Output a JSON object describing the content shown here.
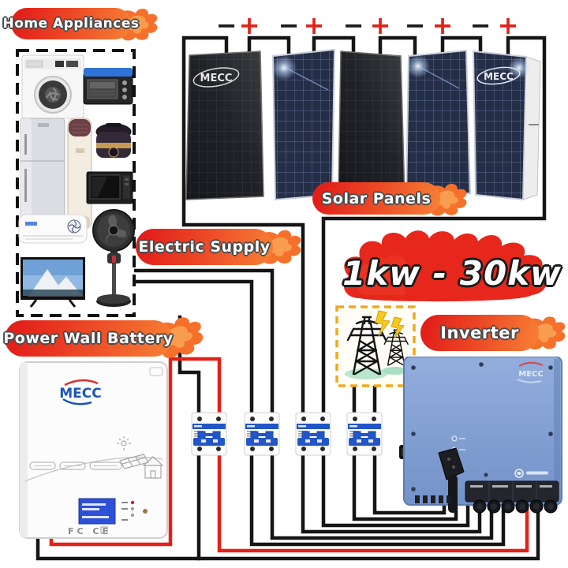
{
  "brand": {
    "name": "MECC"
  },
  "labels": {
    "home_appliances": "Home Appliances",
    "solar_panels": "Solar Panels",
    "electric_supply": "Electric Supply",
    "power_range": "1kw - 30kw",
    "power_wall_battery": "Power Wall Battery",
    "inverter": "Inverter"
  },
  "solar": {
    "panel_count": 5,
    "polarity": [
      "−",
      "+",
      "−",
      "+",
      "−",
      "+",
      "−",
      "+",
      "−",
      "+"
    ]
  },
  "battery": {
    "certifications": "FC CE"
  },
  "icons": {
    "appliances": [
      "washing-machine",
      "toaster-oven",
      "refrigerator",
      "floor-ac-unit",
      "rice-cooker",
      "microwave",
      "wall-ac-unit",
      "stand-fan",
      "television"
    ],
    "grid": "electric-towers",
    "lightning": "lightning-bolt"
  },
  "colors": {
    "label_red": "#e7271c",
    "flame_orange": "#f5702b",
    "wire_black": "#151515",
    "wire_red": "#e42017",
    "inverter_blue": "#84a3d4",
    "breaker_blue": "#2256c8",
    "tower_box_border": "#f0a81c",
    "lightning_yellow": "#f6c91e"
  }
}
